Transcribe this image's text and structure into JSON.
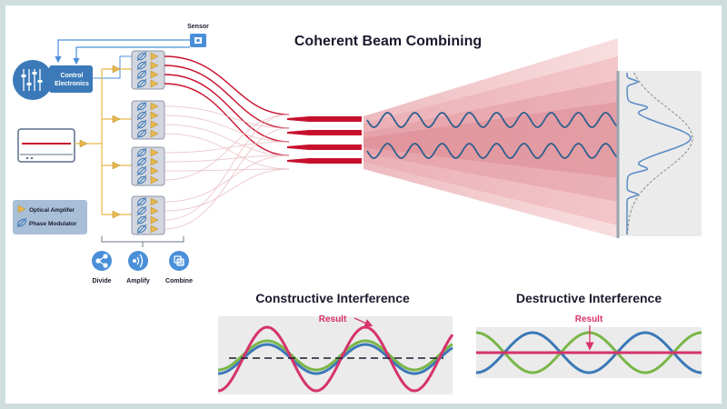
{
  "title": "Coherent Beam Combining",
  "sensor_label": "Sensor",
  "control": {
    "line1": "Control",
    "line2": "Electronics"
  },
  "legend": {
    "amplifier": "Optical Amplifer",
    "modulator": "Phase Modulator"
  },
  "steps": [
    {
      "label": "Divide",
      "icon": "share-icon"
    },
    {
      "label": "Amplify",
      "icon": "signal-icon"
    },
    {
      "label": "Combine",
      "icon": "combine-icon"
    }
  ],
  "constructive": {
    "title": "Constructive Interference",
    "result_label": "Result"
  },
  "destructive": {
    "title": "Destructive Interference",
    "result_label": "Result"
  },
  "colors": {
    "background_border": "#cfdedd",
    "beam": "#c8102e",
    "amplifier": "#e8b84a",
    "modulator": "#3b79b8",
    "result": "#d6336c",
    "green_wave": "#7ab648",
    "blue_wave": "#3b79b8",
    "button": "#4a90d9",
    "panel": "#a9bfd8"
  }
}
